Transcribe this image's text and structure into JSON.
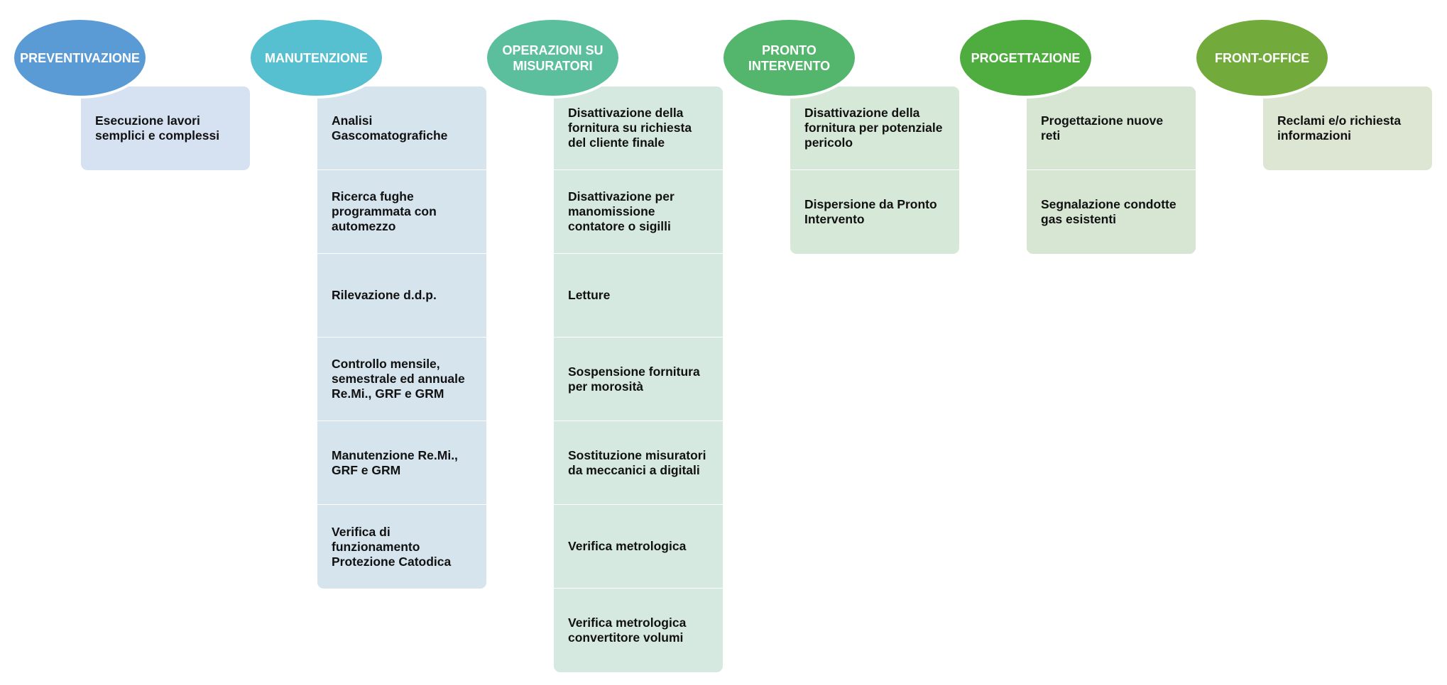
{
  "columns": [
    {
      "title": "PREVENTIVAZIONE",
      "color": "#5b9bd5",
      "cell_color": "#d6e2f2",
      "items": [
        "Esecuzione lavori semplici e complessi"
      ]
    },
    {
      "title": "MANUTENZIONE",
      "color": "#56bfd0",
      "cell_color": "#d6e4ee",
      "items": [
        "Analisi Gascomatografiche",
        "Ricerca fughe programmata con automezzo",
        "Rilevazione d.d.p.",
        "Controllo mensile, semestrale ed annuale Re.Mi., GRF e GRM",
        "Manutenzione Re.Mi., GRF e GRM",
        "Verifica di funzionamento Protezione Catodica"
      ]
    },
    {
      "title": "OPERAZIONI SU MISURATORI",
      "color": "#5bbf9e",
      "cell_color": "#d6e9e1",
      "items": [
        "Disattivazione della fornitura su richiesta del cliente finale",
        "Disattivazione per manomissione contatore o sigilli",
        "Letture",
        "Sospensione fornitura per morosità",
        "Sostituzione misuratori da meccanici a digitali",
        "Verifica metrologica",
        "Verifica metrologica convertitore volumi"
      ]
    },
    {
      "title": "PRONTO INTERVENTO",
      "color": "#54b56c",
      "cell_color": "#d6e8d7",
      "items": [
        "Disattivazione della fornitura per potenziale pericolo",
        "Dispersione da Pronto Intervento"
      ]
    },
    {
      "title": "PROGETTAZIONE",
      "color": "#4fad3f",
      "cell_color": "#d6e6d3",
      "items": [
        "Progettazione nuove reti",
        "Segnalazione condotte gas esistenti"
      ]
    },
    {
      "title": "FRONT-OFFICE",
      "color": "#72ab3c",
      "cell_color": "#dde6d2",
      "items": [
        "Reclami e/o richiesta informazioni"
      ]
    }
  ]
}
